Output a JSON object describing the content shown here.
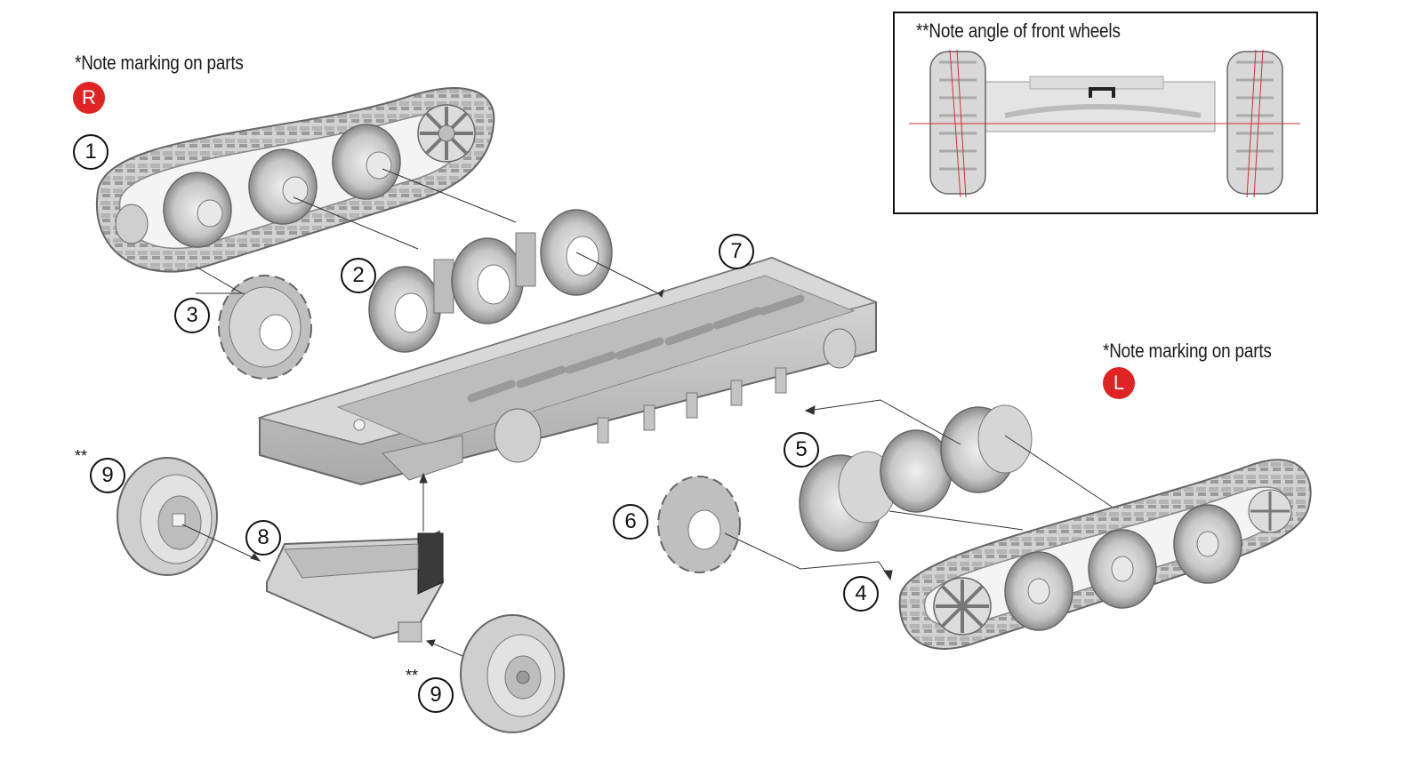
{
  "notes": {
    "right_note": "*Note marking on parts",
    "left_note": "*Note marking on parts",
    "inset_note": "**Note angle of front wheels"
  },
  "badges": {
    "right": "R",
    "left": "L"
  },
  "callouts": {
    "c1": "1",
    "c2": "2",
    "c3": "3",
    "c4": "4",
    "c5": "5",
    "c6": "6",
    "c7": "7",
    "c8": "8",
    "c9a": "9",
    "c9b": "9"
  },
  "markers": {
    "double_star": "**"
  },
  "colors": {
    "badge_red": "#e02424",
    "part_fill": "#c9c9c9",
    "part_dark": "#8e8e8e",
    "part_light": "#e6e6e6",
    "line": "#333333",
    "guide_red": "#d03030"
  },
  "icons": {
    "track_assembly_right": "track-assembly-icon",
    "track_assembly_left": "track-assembly-icon",
    "chassis": "chassis-frame-icon",
    "road_wheels": "road-wheel-icon",
    "sprocket": "sprocket-icon",
    "front_wheel": "tire-icon",
    "axle": "axle-bracket-icon"
  }
}
